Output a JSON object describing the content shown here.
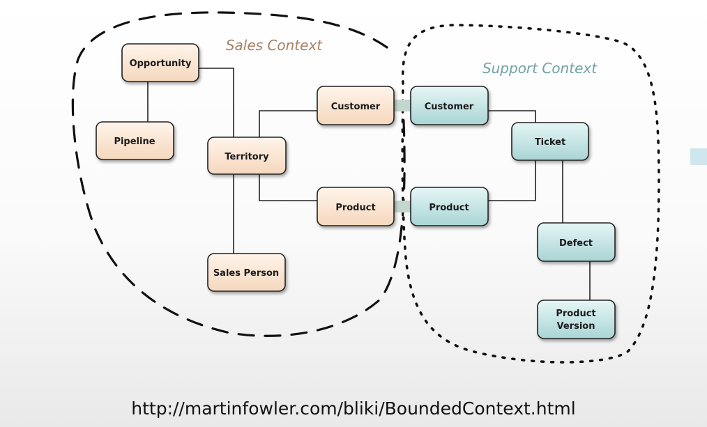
{
  "contexts": {
    "sales": {
      "label": "Sales Context",
      "color": "#a77f63"
    },
    "support": {
      "label": "Support Context",
      "color": "#6fa2a6"
    }
  },
  "nodes": {
    "opportunity": "Opportunity",
    "pipeline": "Pipeline",
    "territory": "Territory",
    "sales_person": "Sales Person",
    "sales_customer": "Customer",
    "sales_product": "Product",
    "support_customer": "Customer",
    "support_product": "Product",
    "ticket": "Ticket",
    "defect": "Defect",
    "product_version_1": "Product",
    "product_version_2": "Version"
  },
  "colors": {
    "sales_fill_top": "#fff4ea",
    "sales_fill_bottom": "#f5d7bd",
    "support_fill_top": "#e6f6f6",
    "support_fill_bottom": "#a9d4d4",
    "shared_link": "#c3d7cf"
  },
  "caption": "http://martinfowler.com/bliki/BoundedContext.html"
}
